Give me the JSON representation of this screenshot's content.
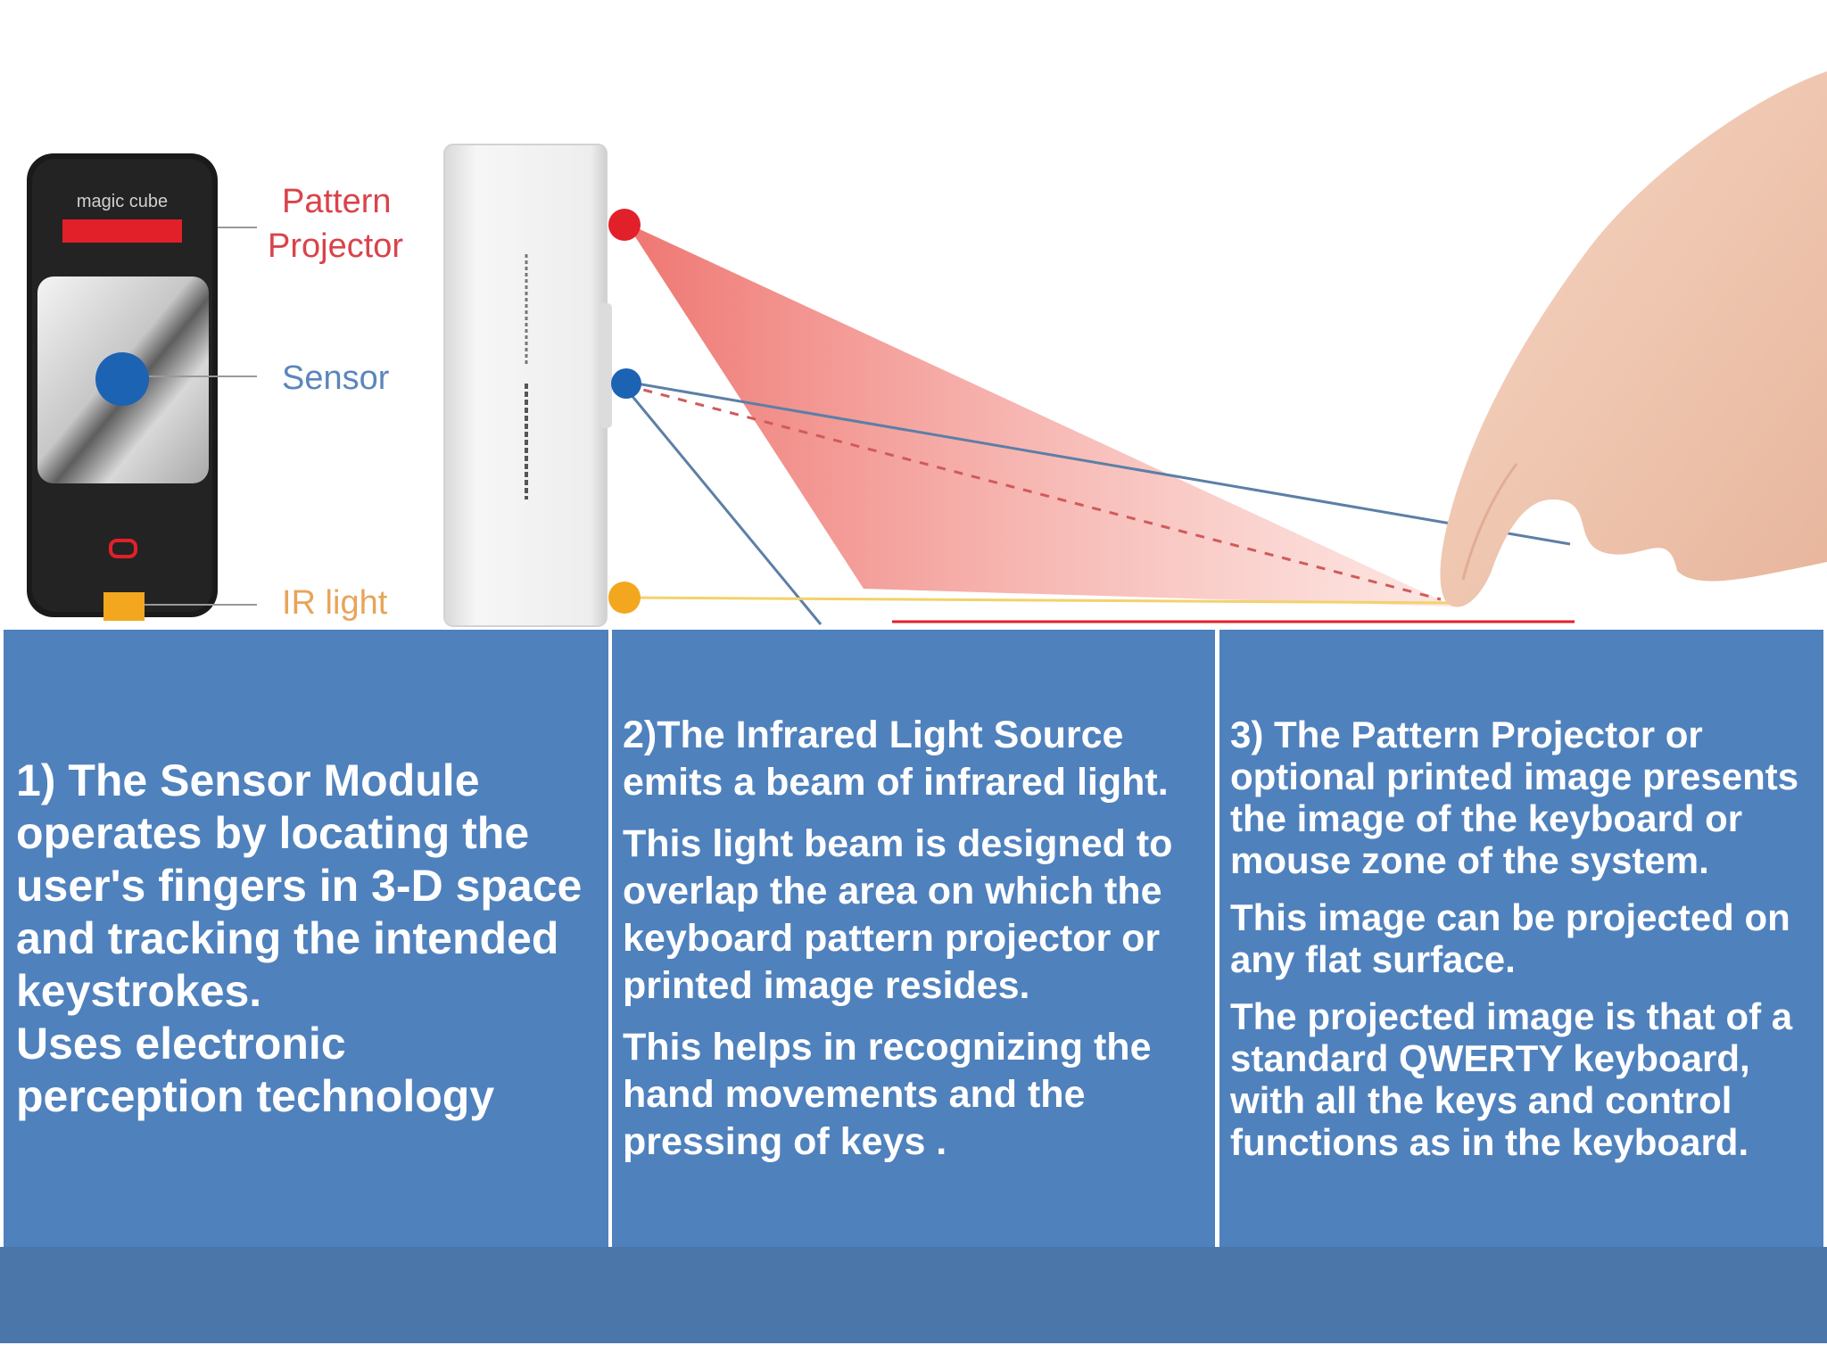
{
  "diagram": {
    "device_brand": "magic cube",
    "labels": {
      "pattern_line1": "Pattern",
      "pattern_line2": "Projector",
      "sensor": "Sensor",
      "ir": "IR light"
    },
    "colors": {
      "pattern_projector": "#e2202a",
      "sensor": "#1d63b4",
      "ir_light": "#f2a71e",
      "beam": "#f08a80",
      "label_red": "#d9434b",
      "label_blue": "#5b86bb"
    }
  },
  "panels": {
    "panel1": {
      "line1": "1) The Sensor Module",
      "line2": "operates by locating the",
      "line3": "user's fingers in 3-D space",
      "line4": "and tracking the intended",
      "line5": "keystrokes.",
      "line6": "Uses electronic",
      "line7": "perception technology"
    },
    "panel2": {
      "para1": "2)The Infrared Light Source emits a beam of infrared light.",
      "para2": "This light beam is designed to overlap the area on which the keyboard pattern projector or printed image resides.",
      "para3": "This helps in recognizing the hand movements and the pressing of keys ."
    },
    "panel3": {
      "para1": "3) The Pattern Projector or optional printed image presents the image of the keyboard or mouse zone of the system.",
      "para2": "This image can be projected on any flat surface.",
      "para3": "The projected image is that of a standard QWERTY keyboard, with all the keys and control functions as in the keyboard."
    },
    "color": "#4f81bd",
    "footer_color": "#4a76aa"
  }
}
